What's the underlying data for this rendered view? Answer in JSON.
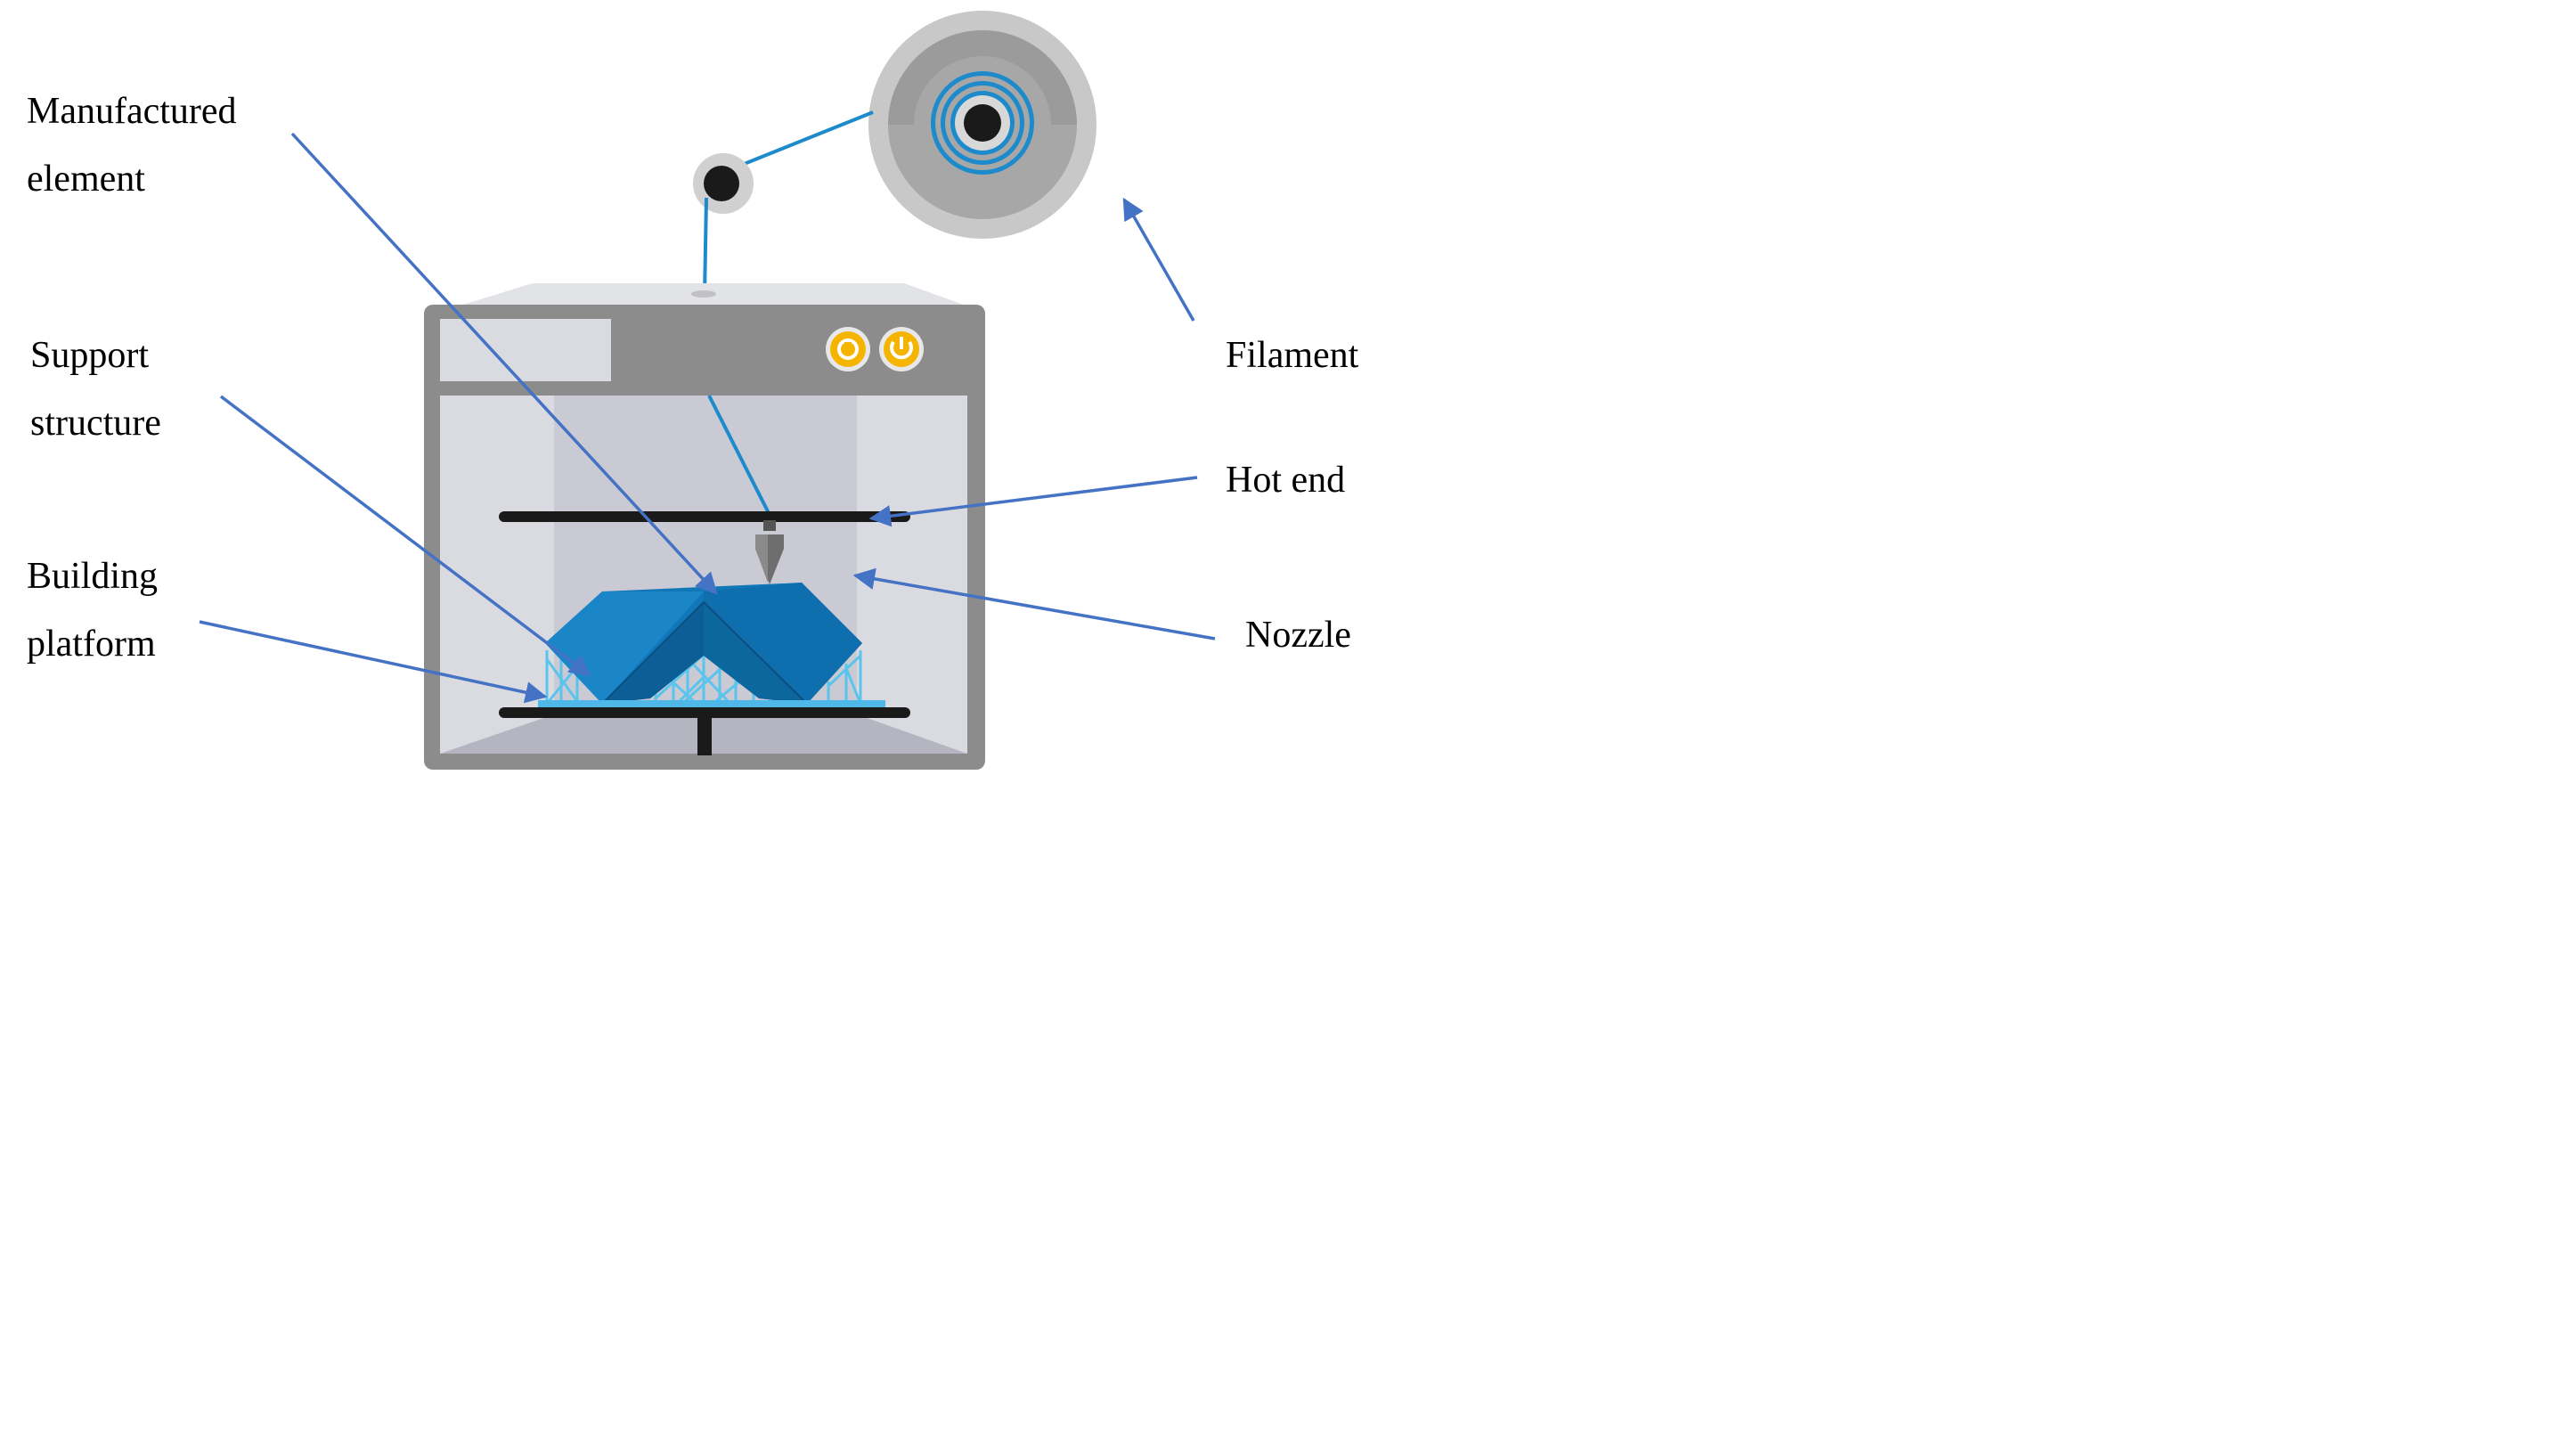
{
  "labels": {
    "manufactured_element": [
      "Manufactured",
      "element"
    ],
    "support_structure": [
      "Support",
      "structure"
    ],
    "building_platform": [
      "Building",
      "platform"
    ],
    "filament": "Filament",
    "hot_end": "Hot end",
    "nozzle": "Nozzle"
  },
  "colors": {
    "arrow": "#4472C4",
    "printer_frame": "#8C8C8C",
    "printer_inner": "#C9CAD3",
    "printer_side": "#DADBE1",
    "filament": "#1C8ACB",
    "part": "#1177B8",
    "support": "#5BC4EC",
    "rod": "#1A1A1A",
    "knob": "#F5B400",
    "spool_outer": "#C8C8C8",
    "spool_inner": "#9A9A9A"
  },
  "icons": {
    "printer": "3d-printer-icon",
    "spool": "filament-spool-icon",
    "pulley": "pulley-icon",
    "knobs": "control-knob-icon"
  }
}
